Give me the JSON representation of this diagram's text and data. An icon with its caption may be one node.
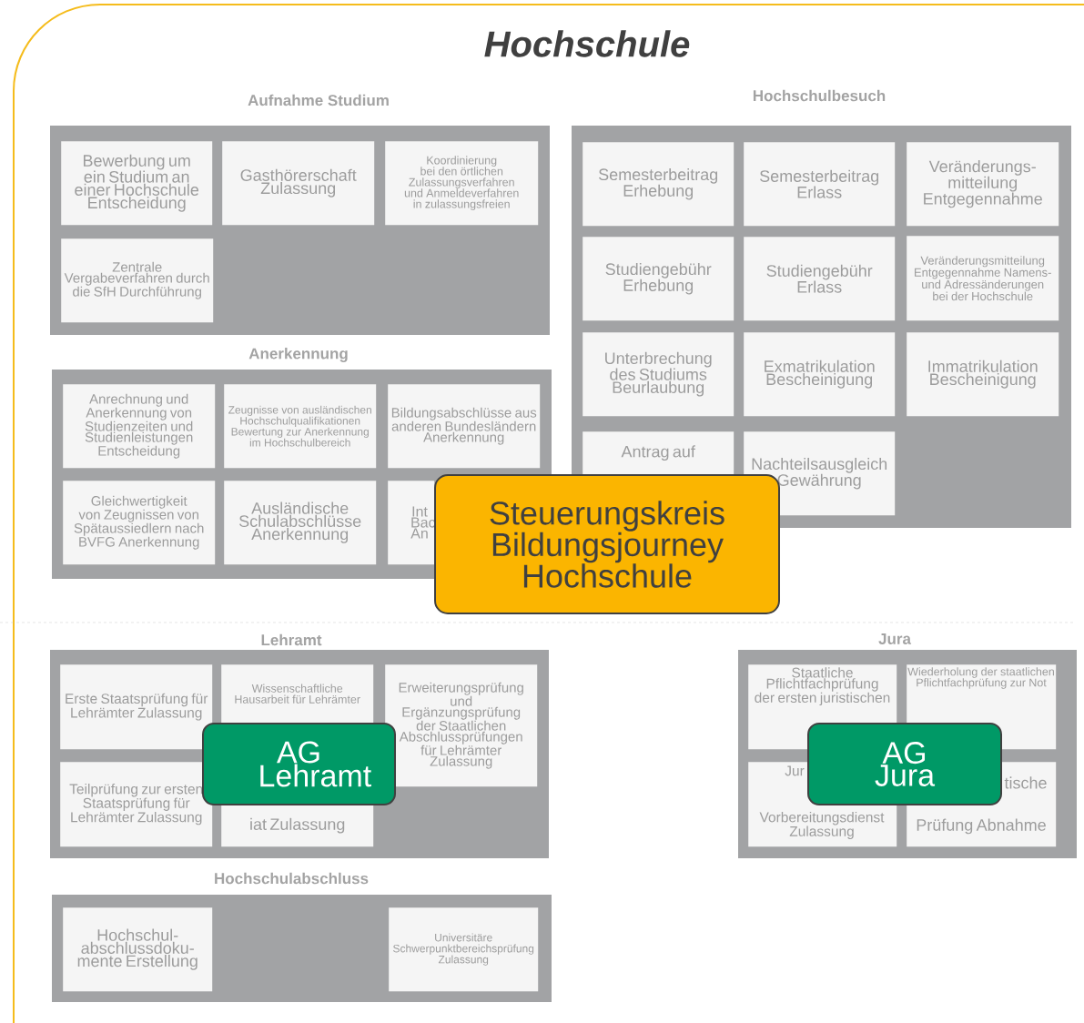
{
  "diagram": {
    "title": "Hochschule",
    "nodes": [
      {
        "text": [
          "Aufnahme Studium"
        ]
      },
      {
        "text": [
          "Bewerbung um ein Studium an einer Hochschule Entscheidung"
        ],
        "in": 0
      },
      {
        "text": [
          "Gasthörerschaft Zulassung"
        ],
        "in": 0
      },
      {
        "text": [
          "Koordinierung bei den örtlichen Zulassungsverfahren und Anmeldeverfahren in zulassungsfreien"
        ],
        "in": 0
      },
      {
        "text": [
          "Zentrale Vergabeverfahren durch die SfH Durchführung"
        ],
        "in": 0
      },
      {
        "text": [
          "Hochschulbesuch"
        ]
      },
      {
        "text": [
          "Semesterbeitrag Erhebung"
        ],
        "in": 5
      },
      {
        "text": [
          "Semesterbeitrag Erlass"
        ],
        "in": 5
      },
      {
        "text": [
          "Veränderungs- mitteilung Entgegennahme"
        ],
        "in": 5
      },
      {
        "text": [
          "Studiengebühr Erhebung"
        ],
        "in": 5
      },
      {
        "text": [
          "Studiengebühr Erlass"
        ],
        "in": 5
      },
      {
        "text": [
          "Veränderungsmitteilung Entgegennahme Namens- und Adressänderungen bei der Hochschule"
        ],
        "in": 5
      },
      {
        "text": [
          "Unterbrechung des Studiums Beurlaubung"
        ],
        "in": 5
      },
      {
        "text": [
          "Exmatrikulation Bescheinigung"
        ],
        "in": 5
      },
      {
        "text": [
          "Immatrikulation Bescheinigung"
        ],
        "in": 5
      },
      {
        "text": [
          "Antrag auf"
        ],
        "in": 5
      },
      {
        "text": [
          "Nachteilsausgleich Gewährung"
        ],
        "in": 5
      },
      {
        "text": [
          "Anerkennung"
        ]
      },
      {
        "text": [
          "Anrechnung und Anerkennung von Studienzeiten und Studienleistungen Entscheidung"
        ],
        "in": 17
      },
      {
        "text": [
          "Zeugnisse von ausländischen Hochschulqualifikationen Bewertung zur Anerkennung im Hochschulbereich"
        ],
        "in": 17
      },
      {
        "text": [
          "Bildungsabschlüsse aus anderen Bundesländern Anerkennung"
        ],
        "in": 17
      },
      {
        "text": [
          "Gleichwertigkeit von Zeugnissen von Spätaussiedlern nach BVFG Anerkennung"
        ],
        "in": 17
      },
      {
        "text": [
          "Ausländische Schulabschlüsse Anerkennung"
        ],
        "in": 17
      },
      {
        "text": [
          "Int Bac An"
        ],
        "in": 17
      },
      {
        "text": [
          "Steuerungskreis Bildungsjourney Hochschule"
        ]
      },
      {
        "text": [
          "Lehramt"
        ]
      },
      {
        "text": [
          "Erste Staatsprüfung für Lehrämter Zulassung"
        ],
        "in": 25
      },
      {
        "text": [
          "Wissenschaftliche Hausarbeit für Lehrämter"
        ],
        "in": 25
      },
      {
        "text": [
          "Erweiterungsprüfung und Ergänzungsprüfung der Staatlichen Abschlussprüfungen für Lehrämter Zulassung"
        ],
        "in": 25
      },
      {
        "text": [
          "Teilprüfung zur ersten Staatsprüfung für Lehrämter Zulassung"
        ],
        "in": 25
      },
      {
        "text": [
          "iat Zulassung"
        ],
        "in": 25
      },
      {
        "text": [
          "AG Lehramt"
        ],
        "in": 25
      },
      {
        "text": [
          "Jura"
        ]
      },
      {
        "text": [
          "Staatliche Pflichtfachprüfung der ersten juristischen"
        ],
        "in": 32
      },
      {
        "text": [
          "Wiederholung der staatlichen Pflichtfachprüfung zur Not"
        ],
        "in": 32
      },
      {
        "text": [
          "Jur",
          "Vorbereitungsdienst Zulassung"
        ],
        "in": 32
      },
      {
        "text": [
          "tische",
          "Prüfung Abnahme"
        ],
        "in": 32
      },
      {
        "text": [
          "AG Jura"
        ],
        "in": 32
      },
      {
        "text": [
          "Hochschulabschluss"
        ]
      },
      {
        "text": [
          "Hochschul- abschlussdoku- mente Erstellung"
        ],
        "in": 38
      },
      {
        "text": [
          "Universitäre Schwerpunktbereichsprüfung Zulassung"
        ],
        "in": 38
      }
    ],
    "edges": []
  }
}
